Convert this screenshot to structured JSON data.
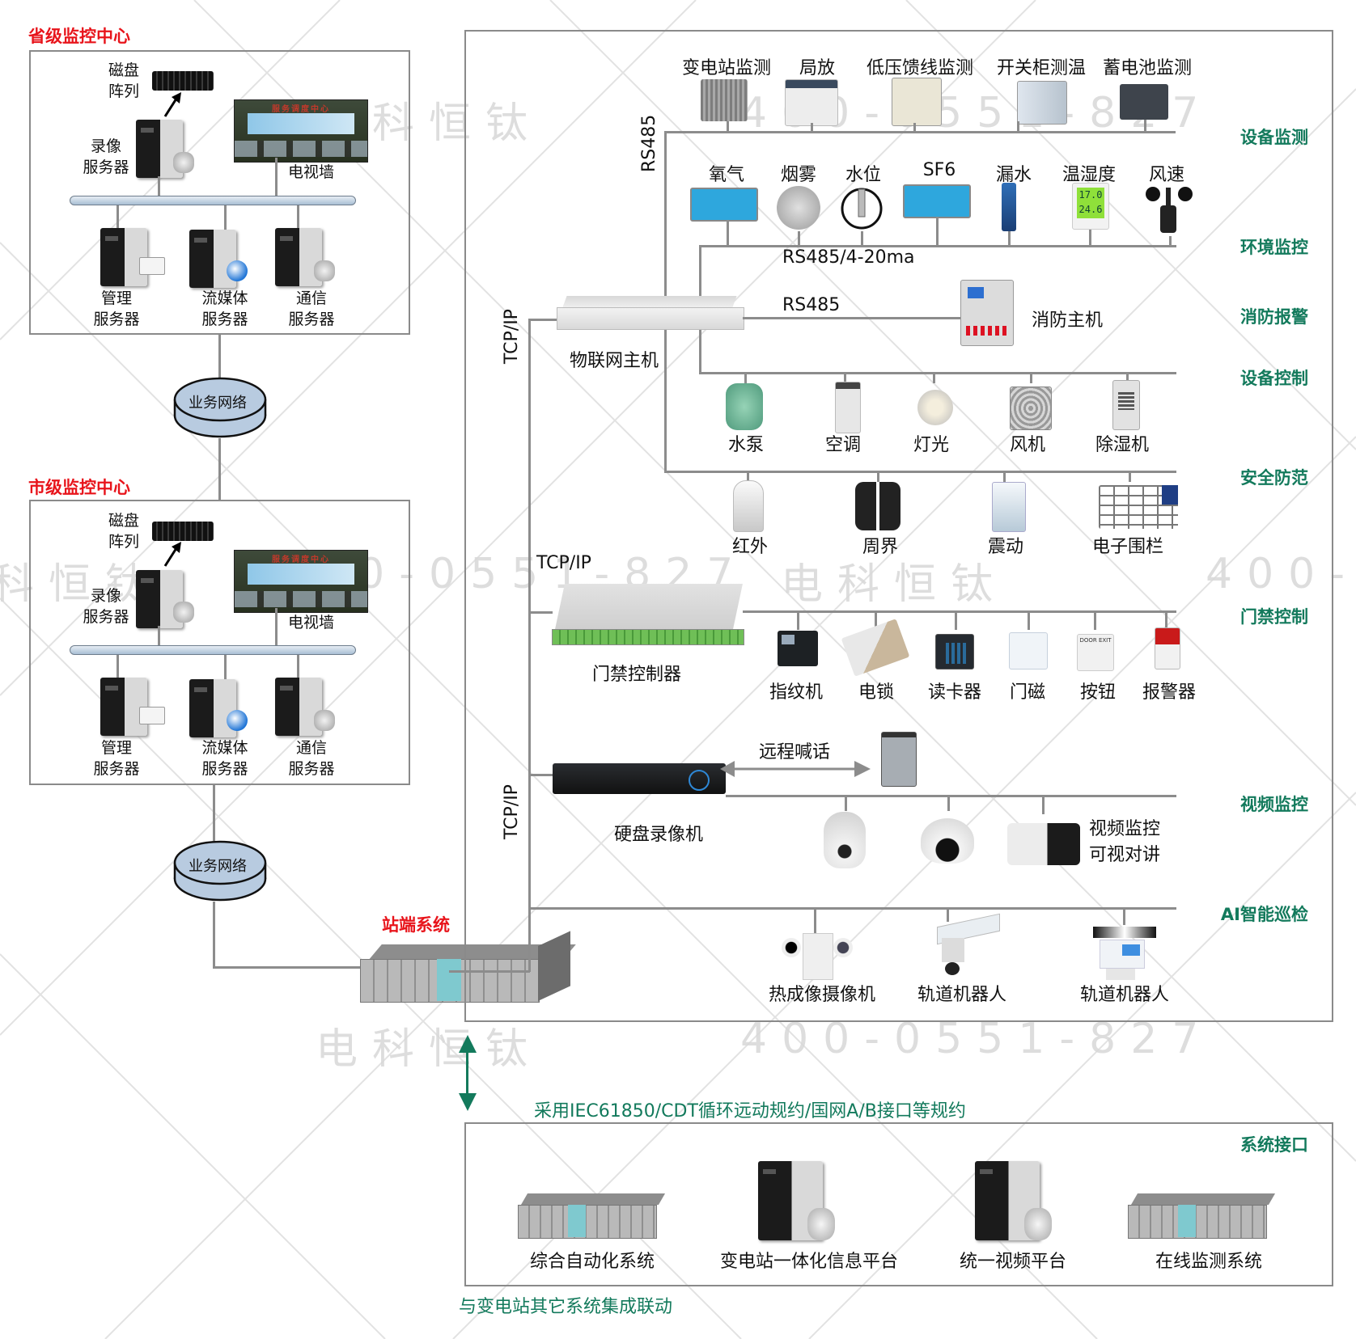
{
  "watermark": {
    "company": "电科恒钛",
    "phone": "400-0551-827"
  },
  "colors": {
    "title_red": "#e8141b",
    "section_green": "#137a5c",
    "line_gray": "#8c8c8c",
    "network_blue": "#b8cbe0"
  },
  "province_center": {
    "title": "省级监控中心",
    "disk_array": "磁盘\n阵列",
    "disk_array_l1": "磁盘",
    "disk_array_l2": "阵列",
    "video_server_l1": "录像",
    "video_server_l2": "服务器",
    "tv_wall": "电视墙",
    "tv_wall_banner": "服务调度中心",
    "servers": [
      {
        "l1": "管理",
        "l2": "服务器",
        "icon": "certificate-icon"
      },
      {
        "l1": "流媒体",
        "l2": "服务器",
        "icon": "globe-icon"
      },
      {
        "l1": "通信",
        "l2": "服务器",
        "icon": "database-icon"
      }
    ]
  },
  "network_1": {
    "label": "业务网络"
  },
  "city_center": {
    "title": "市级监控中心",
    "disk_array_l1": "磁盘",
    "disk_array_l2": "阵列",
    "video_server_l1": "录像",
    "video_server_l2": "服务器",
    "tv_wall": "电视墙",
    "tv_wall_banner": "服务调度中心",
    "servers": [
      {
        "l1": "管理",
        "l2": "服务器",
        "icon": "certificate-icon"
      },
      {
        "l1": "流媒体",
        "l2": "服务器",
        "icon": "globe-icon"
      },
      {
        "l1": "通信",
        "l2": "服务器",
        "icon": "database-icon"
      }
    ]
  },
  "network_2": {
    "label": "业务网络"
  },
  "station": {
    "title": "站端系统"
  },
  "protocols": {
    "rs485_vertical": "RS485",
    "rs485_4_20ma": "RS485/4-20ma",
    "rs485_fire": "RS485",
    "tcpip_iot": "TCP/IP",
    "tcpip_access": "TCP/IP",
    "tcpip_nvr": "TCP/IP"
  },
  "sections": {
    "equipment_monitoring": {
      "label": "设备监测",
      "devices": [
        "变电站监测",
        "局放",
        "低压馈线监测",
        "开关柜测温",
        "蓄电池监测"
      ]
    },
    "environment_monitoring": {
      "label": "环境监控",
      "devices": [
        "氧气",
        "烟雾",
        "水位",
        "SF6",
        "漏水",
        "温湿度",
        "风速"
      ],
      "display_values": [
        "17.0",
        "24.6"
      ]
    },
    "fire_alarm": {
      "label": "消防报警",
      "device": "消防主机"
    },
    "iot_host": {
      "label": "物联网主机"
    },
    "equipment_control": {
      "label": "设备控制",
      "devices": [
        "水泵",
        "空调",
        "灯光",
        "风机",
        "除湿机"
      ]
    },
    "security": {
      "label": "安全防范",
      "devices": [
        "红外",
        "周界",
        "震动",
        "电子围栏"
      ]
    },
    "access_control": {
      "label": "门禁控制",
      "controller": "门禁控制器",
      "devices": [
        "指纹机",
        "电锁",
        "读卡器",
        "门磁",
        "按钮",
        "报警器"
      ],
      "button_text": "DOOR EXIT"
    },
    "video_monitoring": {
      "label": "视频监控",
      "nvr": "硬盘录像机",
      "remote_talk": "远程喊话",
      "caption_l1": "视频监控",
      "caption_l2": "可视对讲"
    },
    "ai_inspection": {
      "label": "AI智能巡检",
      "devices": [
        "热成像摄像机",
        "轨道机器人",
        "轨道机器人"
      ]
    }
  },
  "interface": {
    "protocol_note": "采用IEC61850/CDT循环远动规约/国网A/B接口等规约",
    "label": "系统接口",
    "systems": [
      "综合自动化系统",
      "变电站一体化信息平台",
      "统一视频平台",
      "在线监测系统"
    ],
    "footer": "与变电站其它系统集成联动"
  }
}
